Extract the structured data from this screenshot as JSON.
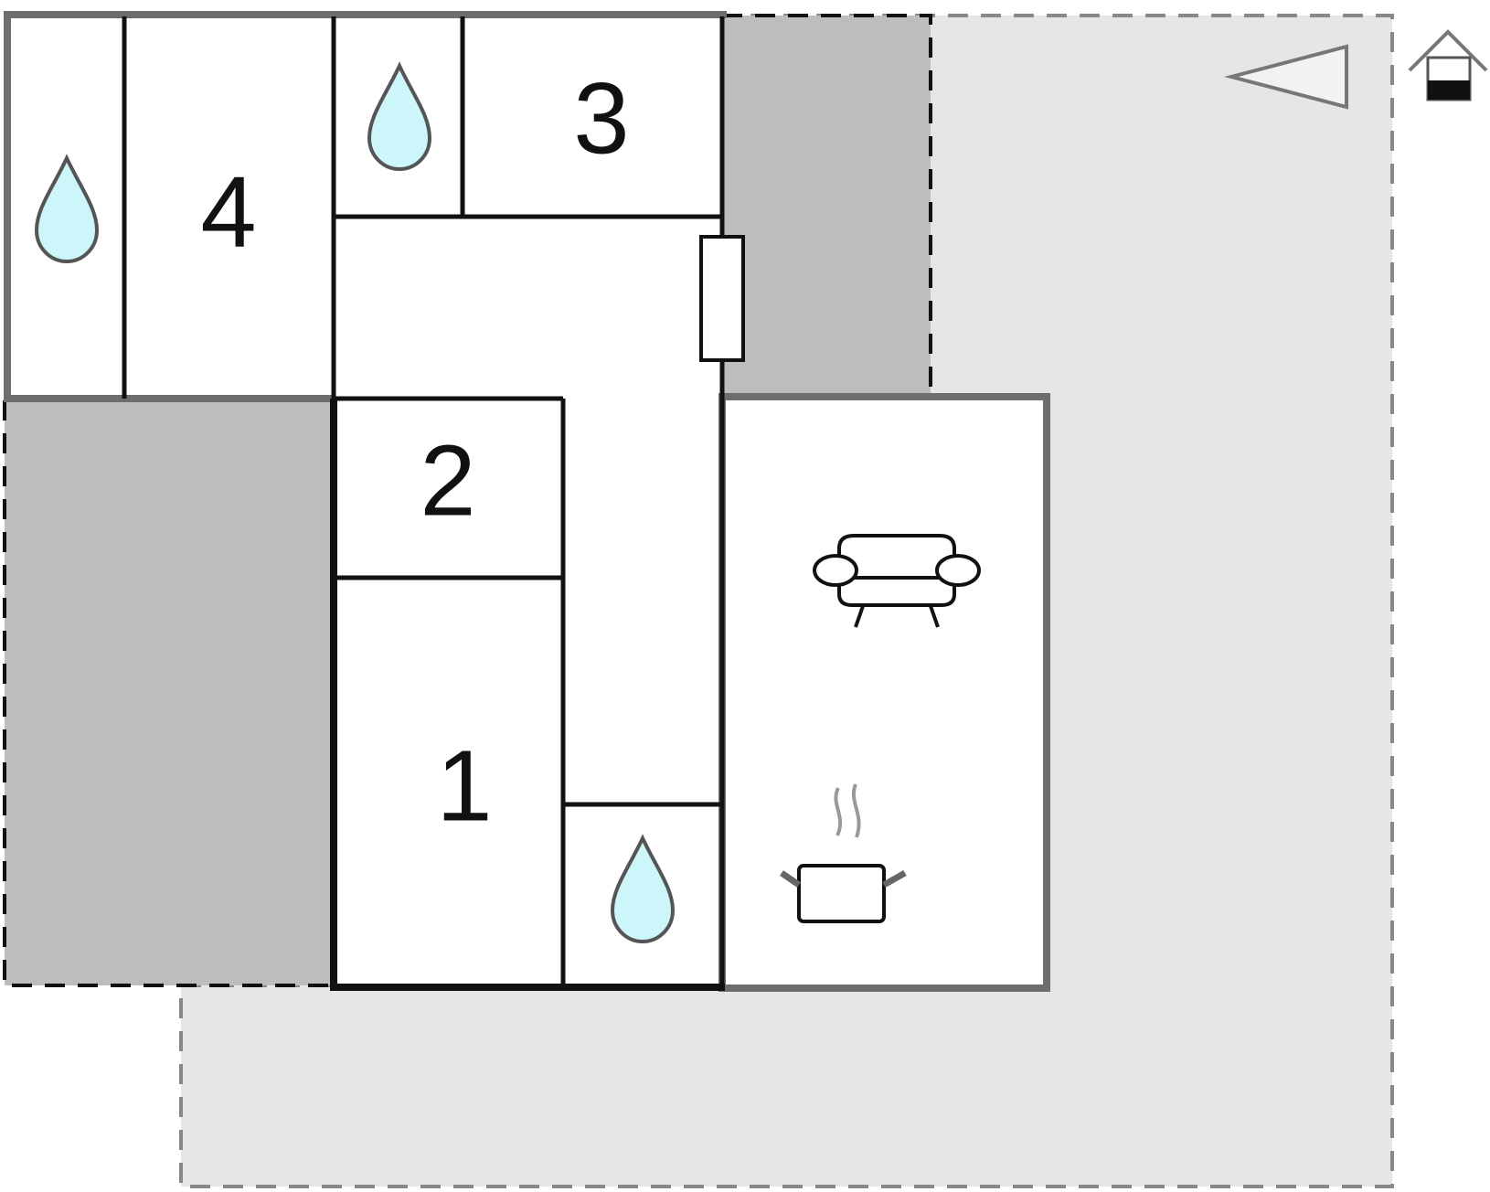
{
  "floorplan": {
    "rooms": {
      "bedroom_1": {
        "label": "1"
      },
      "bedroom_2": {
        "label": "2"
      },
      "bedroom_3": {
        "label": "3"
      },
      "bedroom_4": {
        "label": "4"
      }
    },
    "icons": {
      "bathroom": "water-drop-icon",
      "living_room": "sofa-icon",
      "kitchen": "cooking-pot-icon",
      "orientation": "direction-arrow-icon",
      "floor_level": "house-floor-icon"
    },
    "colors": {
      "terrace_light": "#e6e6e6",
      "terrace_dark": "#bdbdbd",
      "water_drop": "#cdf6fa",
      "wall": "#111111",
      "outer_wall": "#6e6e6e"
    }
  }
}
